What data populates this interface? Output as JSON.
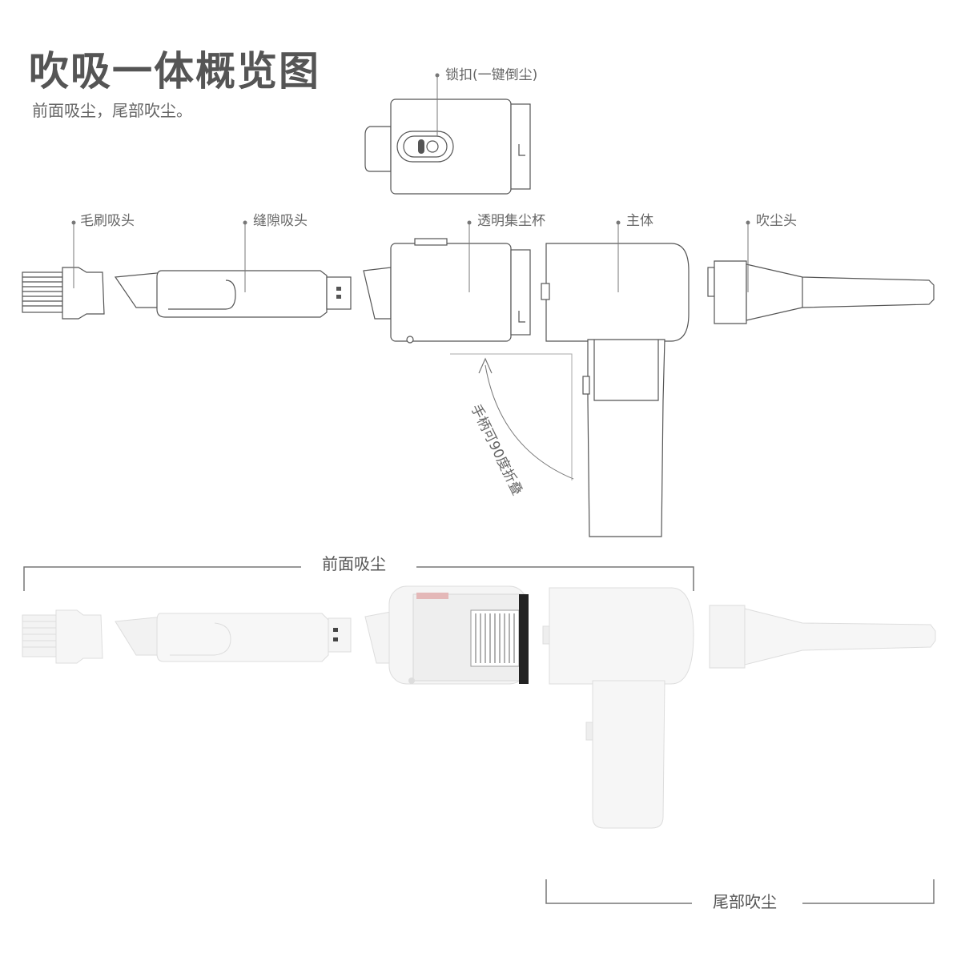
{
  "header": {
    "title": "吹吸一体概览图",
    "subtitle": "前面吸尘，尾部吹尘。"
  },
  "callouts": {
    "lock": "锁扣(一键倒尘)",
    "brush": "毛刷吸头",
    "crevice": "缝隙吸头",
    "cup": "透明集尘杯",
    "body": "主体",
    "blower": "吹尘头"
  },
  "fold_note": "手柄可90度折叠",
  "sections": {
    "front": "前面吸尘",
    "rear": "尾部吹尘"
  }
}
